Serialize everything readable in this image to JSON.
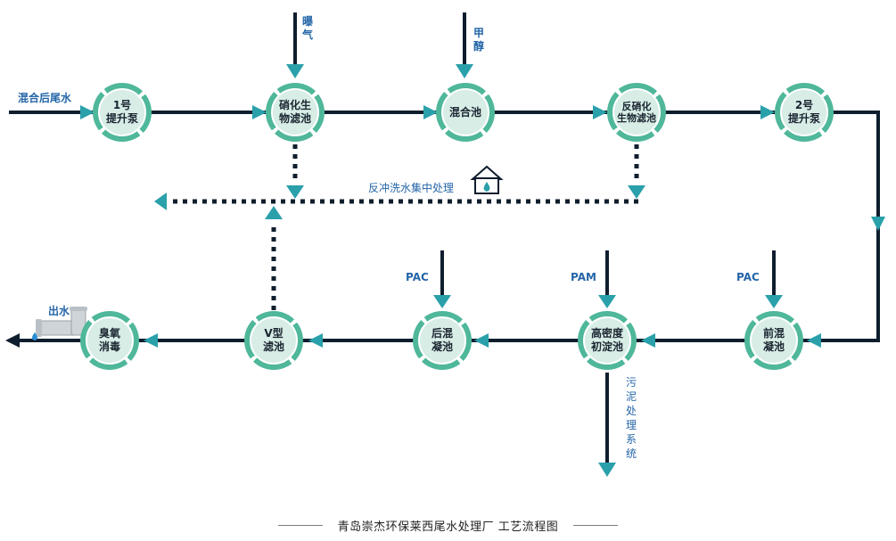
{
  "nodes": {
    "pump1": {
      "line1": "1号",
      "line2": "提升泵"
    },
    "nitrify": {
      "line1": "硝化生",
      "line2": "物滤池"
    },
    "mix": {
      "line1": "混合池",
      "line2": ""
    },
    "denitrify": {
      "line1": "反硝化",
      "line2": "生物滤池"
    },
    "pump2": {
      "line1": "2号",
      "line2": "提升泵"
    },
    "pre_coag": {
      "line1": "前混",
      "line2": "凝池"
    },
    "hd_settle": {
      "line1": "高密度",
      "line2": "初淀池"
    },
    "post_coag": {
      "line1": "后混",
      "line2": "凝池"
    },
    "v_filter": {
      "line1": "V型",
      "line2": "滤池"
    },
    "ozone": {
      "line1": "臭氧",
      "line2": "消毒"
    }
  },
  "labels": {
    "inflow": "混合后尾水",
    "aeration": "曝气",
    "methanol": "甲醇",
    "backwash": "反冲洗水集中处理",
    "pac_left": "PAC",
    "pam": "PAM",
    "pac_right": "PAC",
    "sludge": "污泥处理系统",
    "outflow": "出水"
  },
  "footer": {
    "title": "青岛崇杰环保莱西尾水处理厂 工艺流程图"
  },
  "colors": {
    "line": "#0f1e2e",
    "accent": "#2aa0aa",
    "ring": "#4fb79a",
    "node_fill": "#d7ede6",
    "label": "#2566a8"
  },
  "icons": {
    "backwash": "house-drop-icon",
    "outflow": "faucet-pipe-icon"
  }
}
